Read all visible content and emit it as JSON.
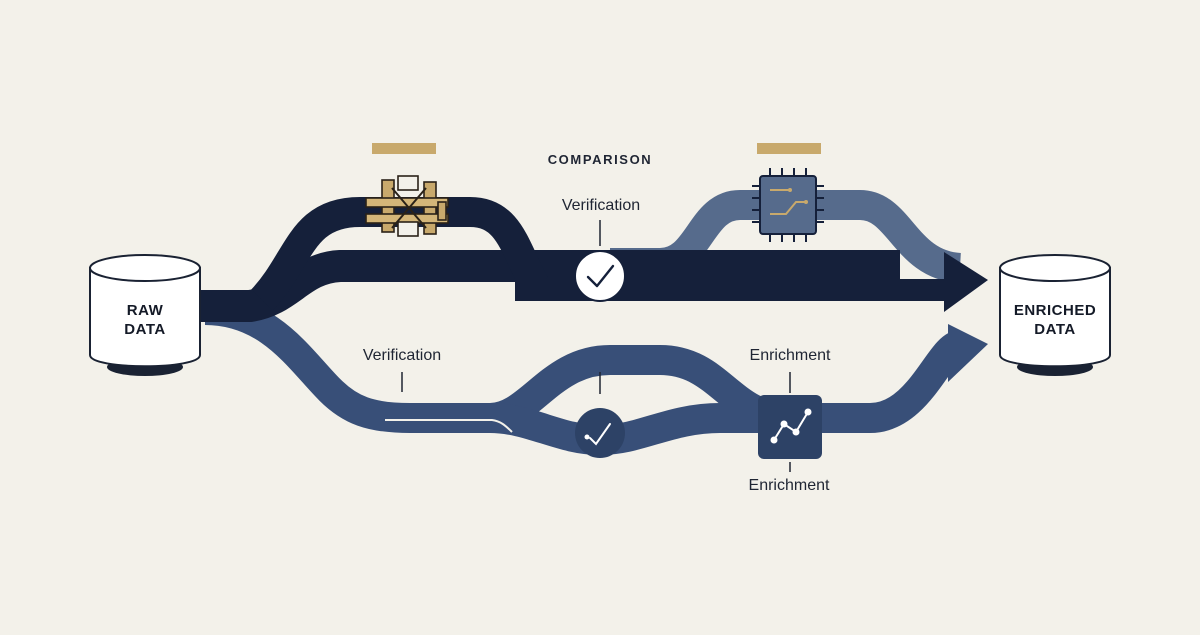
{
  "source": {
    "line1": "RAW",
    "line2": "DATA"
  },
  "target": {
    "line1": "ENRICHED",
    "line2": "DATA"
  },
  "labels": {
    "comparison": "COMPARISON",
    "verification_top": "Verification",
    "verification_bottom": "Verification",
    "enrichment_top": "Enrichment",
    "enrichment_bottom": "Enrichment"
  },
  "colors": {
    "background": "#f3f1ea",
    "navy": "#15203a",
    "slate": "#566b8c",
    "steel": "#384f78",
    "gold": "#c8a96c"
  },
  "icons": {
    "filter": "mechanical-filter-icon",
    "chip": "chip-icon",
    "check": "check-icon",
    "small_check": "small-check-icon",
    "chart": "line-chart-icon"
  }
}
